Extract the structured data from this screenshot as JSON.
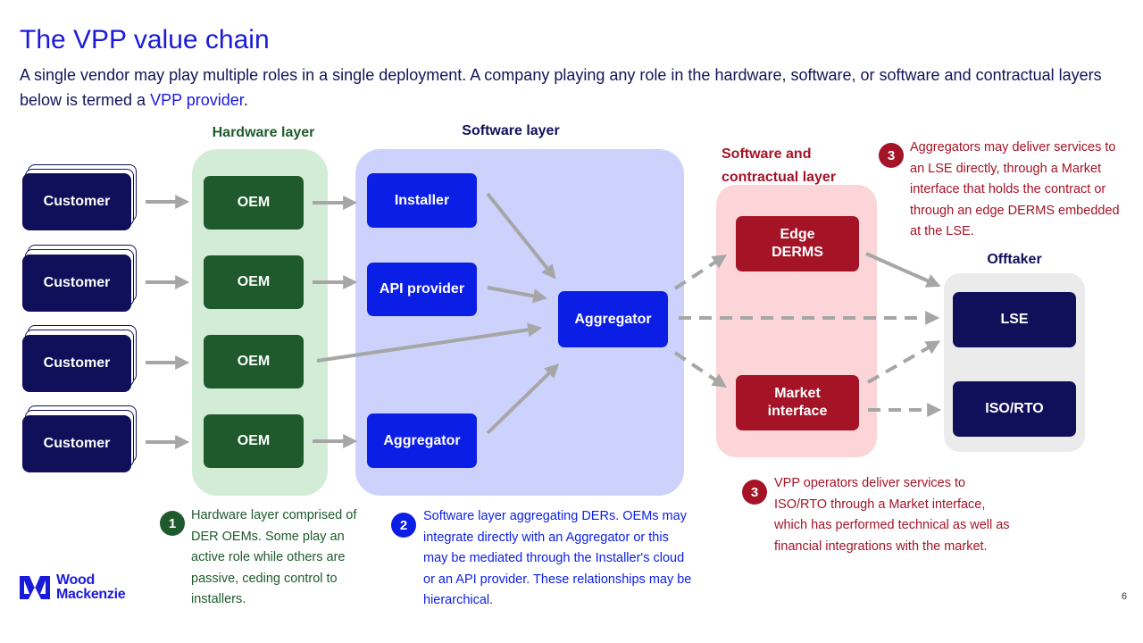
{
  "title": "The VPP value chain",
  "subtitle": {
    "before": "A single vendor may play multiple roles in a single deployment. A company playing any role in the hardware, software, or software and contractual layers below is termed a ",
    "highlight": "VPP provider",
    "after": "."
  },
  "layers": {
    "hardware": "Hardware layer",
    "software": "Software layer",
    "contractual_line1": "Software and",
    "contractual_line2": "contractual layer",
    "offtaker": "Offtaker"
  },
  "customers": [
    "Customer",
    "Customer",
    "Customer",
    "Customer"
  ],
  "oems": [
    "OEM",
    "OEM",
    "OEM",
    "OEM"
  ],
  "software": {
    "installer": "Installer",
    "api_provider": "API provider",
    "aggregator_small": "Aggregator",
    "aggregator_main": "Aggregator"
  },
  "contractual": {
    "edge_line1": "Edge",
    "edge_line2": "DERMS",
    "market_line1": "Market",
    "market_line2": "interface"
  },
  "offtaker": {
    "lse": "LSE",
    "iso": "ISO/RTO"
  },
  "notes": {
    "n1_badge": "1",
    "n1_text": "Hardware layer comprised of DER OEMs. Some play an active role while others are passive, ceding control to installers.",
    "n2_badge": "2",
    "n2_text": "Software layer aggregating DERs. OEMs may integrate directly with an Aggregator or this may be mediated through the Installer's cloud or an API provider. These relationships may be hierarchical.",
    "n3a_badge": "3",
    "n3a_text": "Aggregators may deliver services to an LSE directly, through a Market interface that holds the contract or through an edge DERMS embedded at the LSE.",
    "n3b_badge": "3",
    "n3b_text": "VPP operators deliver services to ISO/RTO through a Market interface, which has performed technical as well as financial integrations with the market."
  },
  "logo": {
    "line1": "Wood",
    "line2": "Mackenzie"
  },
  "page_number": "6",
  "colors": {
    "title_blue": "#1a1adb",
    "navy": "#10105a",
    "oem_green": "#1e5a2c",
    "software_blue": "#0b1ee6",
    "contract_red": "#a51326",
    "arrow_gray": "#a6a6a6"
  }
}
